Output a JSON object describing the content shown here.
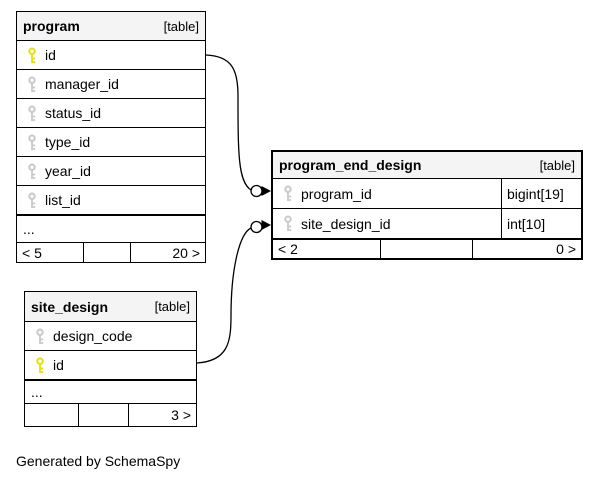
{
  "footer_note": "Generated by SchemaSpy",
  "colors": {
    "primary_key_icon": "#e3e300",
    "ref_key_icon": "#c9c9c9",
    "header_bg": "#f4f4f4",
    "border": "#000000"
  },
  "tables": {
    "program": {
      "title": "program",
      "tag": "[table]",
      "columns": [
        {
          "name": "id",
          "key": "primary"
        },
        {
          "name": "manager_id",
          "key": "ref"
        },
        {
          "name": "status_id",
          "key": "ref"
        },
        {
          "name": "type_id",
          "key": "ref"
        },
        {
          "name": "year_id",
          "key": "ref"
        },
        {
          "name": "list_id",
          "key": "ref"
        }
      ],
      "ellipsis": "...",
      "footer": {
        "left": "< 5",
        "center": "",
        "right": "20 >"
      }
    },
    "program_end_design": {
      "title": "program_end_design",
      "tag": "[table]",
      "columns": [
        {
          "name": "program_id",
          "type": "bigint[19]",
          "key": "ref"
        },
        {
          "name": "site_design_id",
          "type": "int[10]",
          "key": "ref"
        }
      ],
      "footer": {
        "left": "< 2",
        "center": "",
        "right": "0 >"
      }
    },
    "site_design": {
      "title": "site_design",
      "tag": "[table]",
      "columns": [
        {
          "name": "design_code",
          "key": "ref"
        },
        {
          "name": "id",
          "key": "primary"
        }
      ],
      "ellipsis": "...",
      "footer": {
        "left": "",
        "center": "",
        "right": "3 >"
      }
    }
  },
  "relations": [
    {
      "from": "program.id",
      "to": "program_end_design.program_id"
    },
    {
      "from": "site_design.id",
      "to": "program_end_design.site_design_id"
    }
  ]
}
